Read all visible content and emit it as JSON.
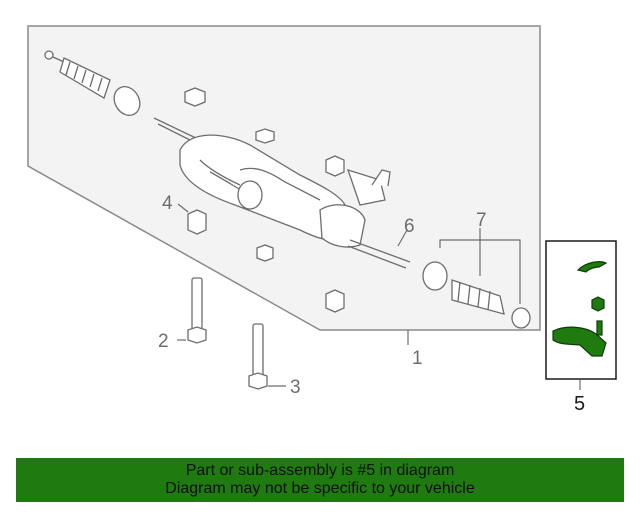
{
  "callouts": {
    "c1": "1",
    "c2": "2",
    "c3": "3",
    "c4": "4",
    "c5": "5",
    "c6": "6",
    "c7": "7"
  },
  "banner": {
    "line1": "Part or sub-assembly is #5 in diagram",
    "line2": "Diagram may not be specific to your vehicle"
  },
  "colors": {
    "highlight_part": "#1f7a10",
    "banner_bg": "#1f7a10",
    "line": "#6d6d6d"
  },
  "icons": [
    "tie-rod-end-icon",
    "cotter-pin-icon",
    "castle-nut-icon",
    "bolt-icon",
    "nut-icon",
    "boot-icon",
    "clamp-icon",
    "steering-rack-icon"
  ]
}
